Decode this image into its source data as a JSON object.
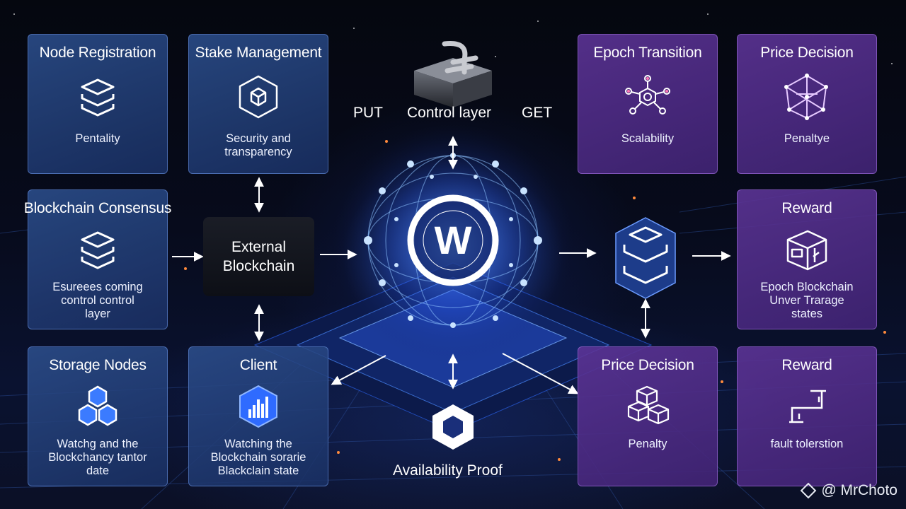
{
  "cards": [
    {
      "id": "node-registration",
      "title": "Node Registration",
      "desc": "Pentality",
      "icon": "layer-stack-icon",
      "color": "blue"
    },
    {
      "id": "stake-management",
      "title": "Stake Management",
      "desc": "Security and\ntransparency",
      "icon": "hexagon-cube-icon",
      "color": "blue"
    },
    {
      "id": "blockchain-consensus",
      "title": "Blockchain Consensus",
      "desc": "Esureees coming\ncontrol control\nlayer",
      "icon": "layer-stack-icon",
      "color": "blue"
    },
    {
      "id": "storage-nodes",
      "title": "Storage Nodes",
      "desc": "Watchg and the\nBlockchancy tantor\ndate",
      "icon": "hexagon-cluster-icon",
      "color": "blue"
    },
    {
      "id": "client",
      "title": "Client",
      "desc": "Watching the\nBlockchain sorarie\nBlackclain state",
      "icon": "bar-chart-hexagon-icon",
      "color": "blue"
    },
    {
      "id": "epoch-transition",
      "title": "Epoch Transition",
      "desc": "Scalability",
      "icon": "network-nodes-icon",
      "color": "purple"
    },
    {
      "id": "price-decision-top",
      "title": "Price Decision",
      "desc": "Penaltye",
      "icon": "geometric-network-icon",
      "color": "purple"
    },
    {
      "id": "reward-middle",
      "title": "Reward",
      "desc": "Epoch Blockchain\nUnver Trarage\nstates",
      "icon": "cube-outline-icon",
      "color": "purple"
    },
    {
      "id": "price-decision-bottom",
      "title": "Price Decision",
      "desc": "Penalty",
      "icon": "cubes-icon",
      "color": "purple"
    },
    {
      "id": "reward-bottom",
      "title": "Reward",
      "desc": "fault tolerstion",
      "icon": "fault-path-icon",
      "color": "purple"
    }
  ],
  "center": {
    "external_blockchain": "External\nBlockchain",
    "control_layer": "Control layer",
    "put": "PUT",
    "get": "GET",
    "availability_proof": "Availability Proof",
    "logo_letter": "W"
  },
  "watermark": "@ MrChoto",
  "colors": {
    "blue_card": "#2c4e8c",
    "purple_card": "#5c3496",
    "glow": "#4a8cff",
    "accent_orange": "#ff8a3c"
  }
}
